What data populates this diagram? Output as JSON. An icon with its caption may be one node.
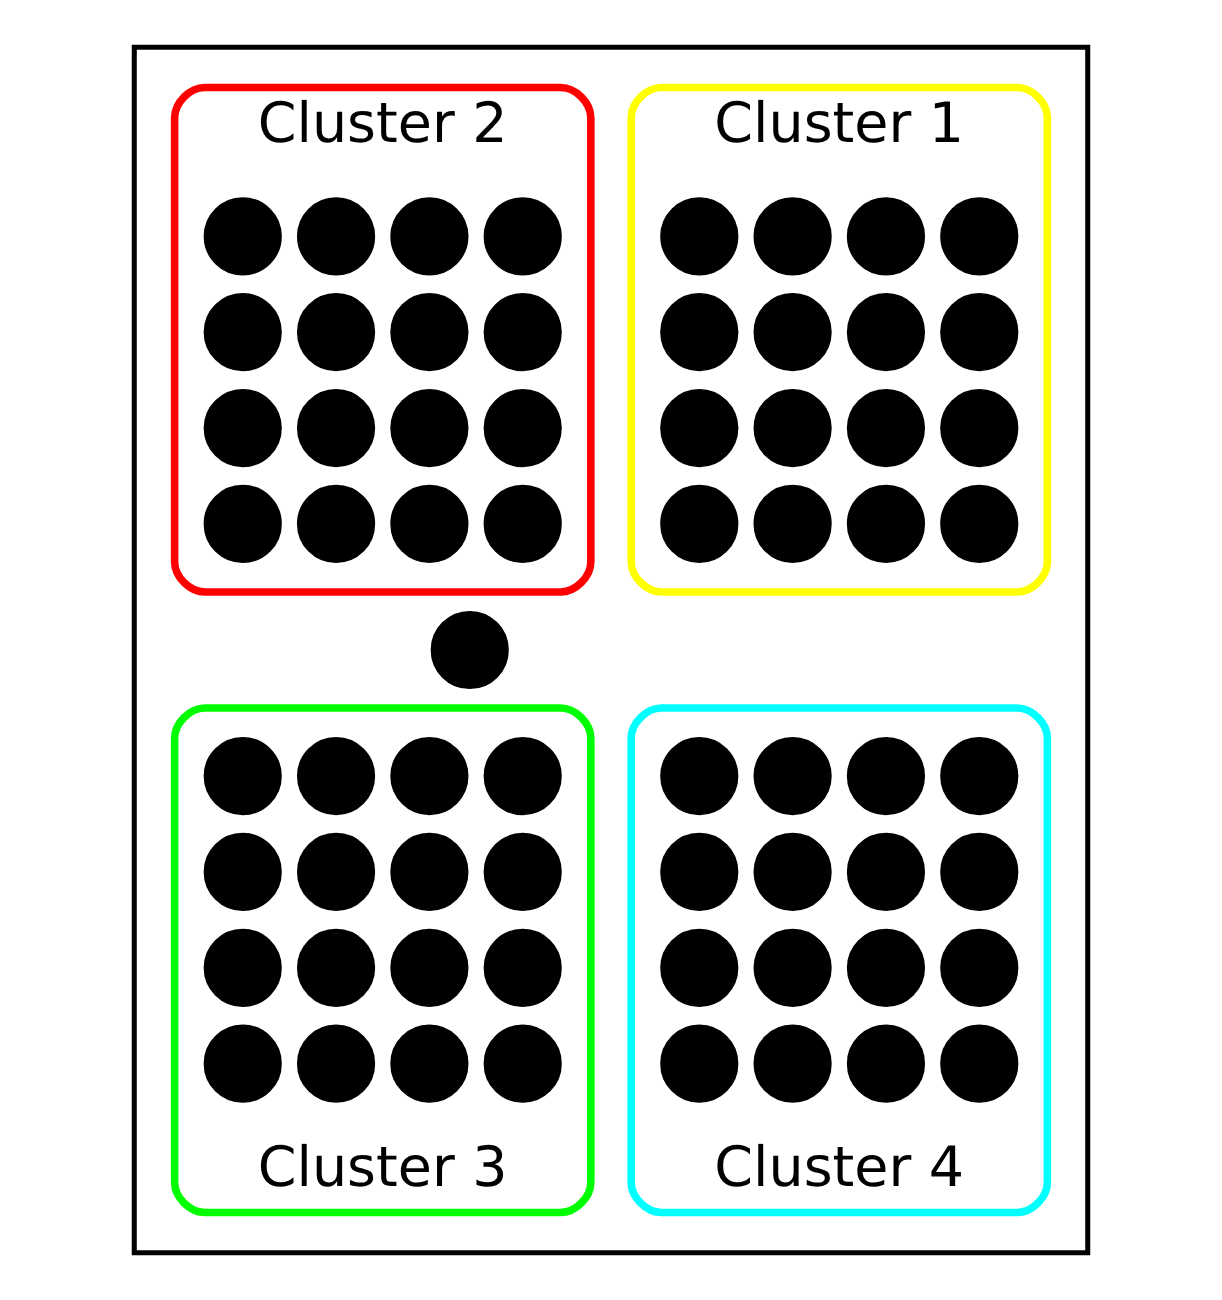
{
  "diagram": {
    "nodes": [
      {
        "text": [],
        "shape": "box"
      },
      {
        "text": [
          "Cluster 1"
        ],
        "in": 0
      },
      {
        "text": [],
        "shape": "circle",
        "in": 1
      },
      {
        "text": [],
        "shape": "circle",
        "in": 1
      },
      {
        "text": [],
        "shape": "circle",
        "in": 1
      },
      {
        "text": [],
        "shape": "circle",
        "in": 1
      },
      {
        "text": [],
        "shape": "circle",
        "in": 1
      },
      {
        "text": [],
        "shape": "circle",
        "in": 1
      },
      {
        "text": [],
        "shape": "circle",
        "in": 1
      },
      {
        "text": [],
        "shape": "circle",
        "in": 1
      },
      {
        "text": [],
        "shape": "circle",
        "in": 1
      },
      {
        "text": [],
        "shape": "circle",
        "in": 1
      },
      {
        "text": [],
        "shape": "circle",
        "in": 1
      },
      {
        "text": [],
        "shape": "circle",
        "in": 1
      },
      {
        "text": [],
        "shape": "circle",
        "in": 1
      },
      {
        "text": [],
        "shape": "circle",
        "in": 1
      },
      {
        "text": [],
        "shape": "circle",
        "in": 1
      },
      {
        "text": [],
        "shape": "circle",
        "in": 1
      },
      {
        "text": [
          "Cluster 2"
        ],
        "in": 0
      },
      {
        "text": [],
        "shape": "circle",
        "in": 18
      },
      {
        "text": [],
        "shape": "circle",
        "in": 18
      },
      {
        "text": [],
        "shape": "circle",
        "in": 18
      },
      {
        "text": [],
        "shape": "circle",
        "in": 18
      },
      {
        "text": [],
        "shape": "circle",
        "in": 18
      },
      {
        "text": [],
        "shape": "circle",
        "in": 18
      },
      {
        "text": [],
        "shape": "circle",
        "in": 18
      },
      {
        "text": [],
        "shape": "circle",
        "in": 18
      },
      {
        "text": [],
        "shape": "circle",
        "in": 18
      },
      {
        "text": [],
        "shape": "circle",
        "in": 18
      },
      {
        "text": [],
        "shape": "circle",
        "in": 18
      },
      {
        "text": [],
        "shape": "circle",
        "in": 18
      },
      {
        "text": [],
        "shape": "circle",
        "in": 18
      },
      {
        "text": [],
        "shape": "circle",
        "in": 18
      },
      {
        "text": [],
        "shape": "circle",
        "in": 18
      },
      {
        "text": [],
        "shape": "circle",
        "in": 18
      },
      {
        "text": [],
        "shape": "circle",
        "in": 0
      },
      {
        "text": [
          "Cluster 3"
        ],
        "in": 0
      },
      {
        "text": [],
        "shape": "circle",
        "in": 36
      },
      {
        "text": [],
        "shape": "circle",
        "in": 36
      },
      {
        "text": [],
        "shape": "circle",
        "in": 36
      },
      {
        "text": [],
        "shape": "circle",
        "in": 36
      },
      {
        "text": [],
        "shape": "circle",
        "in": 36
      },
      {
        "text": [],
        "shape": "circle",
        "in": 36
      },
      {
        "text": [],
        "shape": "circle",
        "in": 36
      },
      {
        "text": [],
        "shape": "circle",
        "in": 36
      },
      {
        "text": [],
        "shape": "circle",
        "in": 36
      },
      {
        "text": [],
        "shape": "circle",
        "in": 36
      },
      {
        "text": [],
        "shape": "circle",
        "in": 36
      },
      {
        "text": [],
        "shape": "circle",
        "in": 36
      },
      {
        "text": [],
        "shape": "circle",
        "in": 36
      },
      {
        "text": [],
        "shape": "circle",
        "in": 36
      },
      {
        "text": [],
        "shape": "circle",
        "in": 36
      },
      {
        "text": [],
        "shape": "circle",
        "in": 36
      },
      {
        "text": [
          "Cluster 4"
        ],
        "in": 0
      },
      {
        "text": [],
        "shape": "circle",
        "in": 53
      },
      {
        "text": [],
        "shape": "circle",
        "in": 53
      },
      {
        "text": [],
        "shape": "circle",
        "in": 53
      },
      {
        "text": [],
        "shape": "circle",
        "in": 53
      },
      {
        "text": [],
        "shape": "circle",
        "in": 53
      },
      {
        "text": [],
        "shape": "circle",
        "in": 53
      },
      {
        "text": [],
        "shape": "circle",
        "in": 53
      },
      {
        "text": [],
        "shape": "circle",
        "in": 53
      },
      {
        "text": [],
        "shape": "circle",
        "in": 53
      },
      {
        "text": [],
        "shape": "circle",
        "in": 53
      },
      {
        "text": [],
        "shape": "circle",
        "in": 53
      },
      {
        "text": [],
        "shape": "circle",
        "in": 53
      },
      {
        "text": [],
        "shape": "circle",
        "in": 53
      },
      {
        "text": [],
        "shape": "circle",
        "in": 53
      },
      {
        "text": [],
        "shape": "circle",
        "in": 53
      },
      {
        "text": [],
        "shape": "circle",
        "in": 53
      }
    ],
    "edges": []
  }
}
